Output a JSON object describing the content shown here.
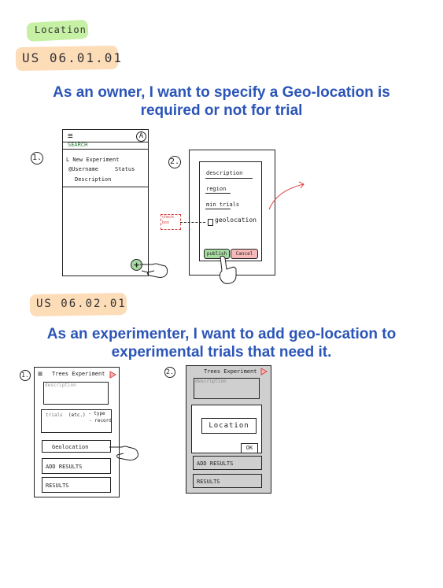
{
  "tags": {
    "location": "Location",
    "us1": "US 06.01.01",
    "us2": "US 06.02.01"
  },
  "headings": {
    "h1_line1": "As an owner, I want to specify a Geo-location is",
    "h1_line2": "required or not for trial",
    "h2_line1": "As an experimenter, I want to add geo-location to",
    "h2_line2": "experimental trials that need it."
  },
  "sketch1": {
    "step1": "1.",
    "menu": "≡",
    "avatar": "A",
    "search": "SEARCH",
    "row1": "L New Experiment",
    "row2a": "@Username",
    "row2b": "Status",
    "row3": "Description",
    "fab": "+",
    "step2": "2.",
    "field_description": "description",
    "field_region": "region",
    "field_min_trials": "min trials",
    "geolocation": "geolocation",
    "publish": "publish",
    "cancel": "Cancel",
    "note_line1": "check",
    "note_line2": "box"
  },
  "sketch2": {
    "step1": "1.",
    "title": "Trees Experiment",
    "desc": "description",
    "trials": "trials",
    "trials_extra": "(etc.)",
    "type": "- type",
    "record": "- record",
    "geolocation_btn": "Geolocation",
    "add_results": "ADD RESULTS",
    "results": "RESULTS",
    "step2": "2.",
    "title2": "Trees Experiment",
    "desc2": "description",
    "location": "Location",
    "ok": "OK",
    "add_results2": "ADD RESULTS",
    "results2": "RESULTS"
  },
  "colors": {
    "heading": "#2b55b8",
    "tag_green": "#c6f0a4",
    "tag_orange": "#fddcb8",
    "green_btn": "#a6d9a0",
    "pink_btn": "#f6b8b8",
    "red": "#d94040",
    "grey_screen": "#cfcfcf"
  }
}
